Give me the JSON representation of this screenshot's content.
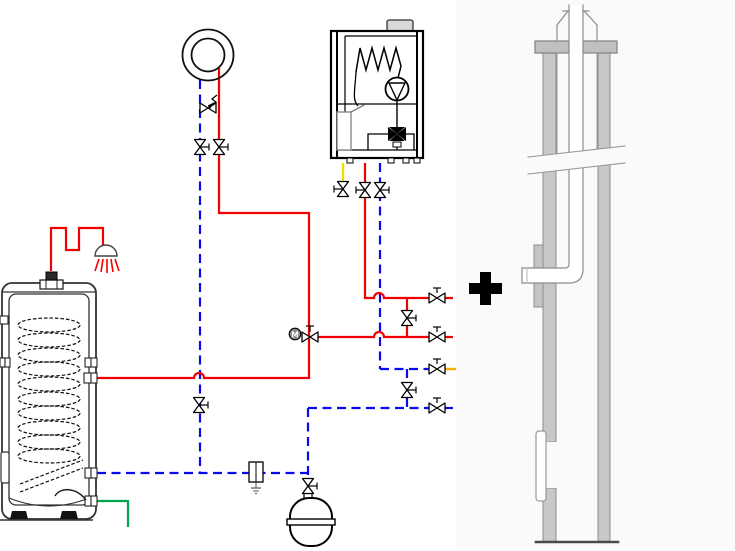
{
  "schematic": {
    "mixing_valve_label": "M",
    "plus_glyph": "+",
    "colors": {
      "heating_flow_red": "#f20000",
      "cold_water_blue": "#0a0af0",
      "gas_yellow": "#f0e000",
      "orange_stub": "#ffaa00",
      "drain_green": "#00a651",
      "chimney_gray": "#c8c8c8",
      "line_black": "#000000"
    },
    "components": [
      "storage-tank-with-coil",
      "shower-outlet",
      "heating-circuit",
      "wall-hung-boiler",
      "circulation-pump",
      "diverter-valve",
      "gas-valve",
      "motorized-mixing-valve",
      "expansion-vessel",
      "inline-filter",
      "shutoff-valves",
      "concentric-flue-terminal",
      "chimney-shaft",
      "flue-elbow",
      "inspection-door"
    ]
  }
}
